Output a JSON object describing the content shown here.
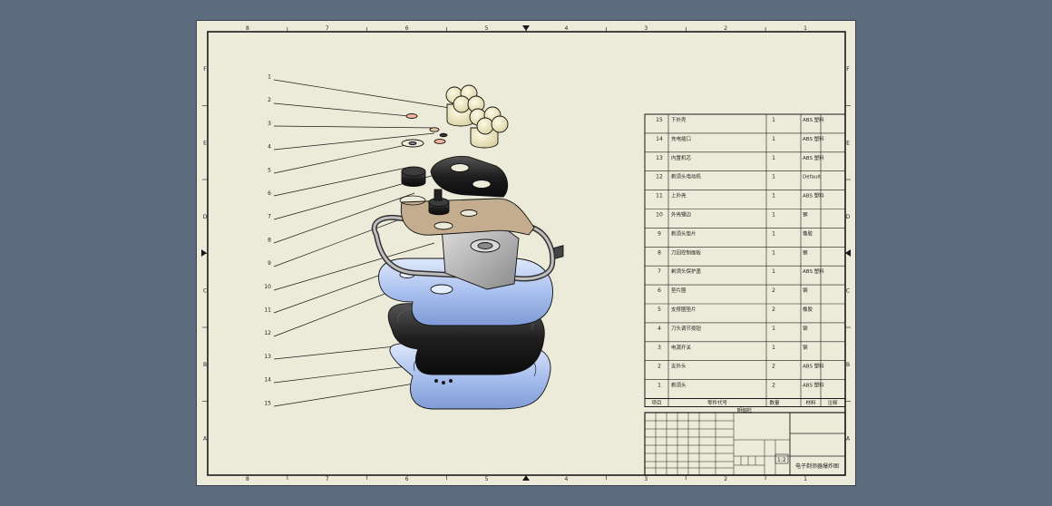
{
  "sheet": {
    "zone_columns": [
      "8",
      "7",
      "6",
      "5",
      "4",
      "3",
      "2",
      "1"
    ],
    "zone_rows": [
      "F",
      "E",
      "D",
      "C",
      "B",
      "A"
    ]
  },
  "balloons": [
    "1",
    "2",
    "3",
    "4",
    "5",
    "6",
    "7",
    "8",
    "9",
    "10",
    "11",
    "12",
    "13",
    "14",
    "15"
  ],
  "bom": {
    "header": {
      "item": "项目",
      "part": "零件代号",
      "qty": "数量",
      "material": "材料",
      "note": "注释"
    },
    "caption": "明细栏",
    "rows": [
      {
        "item": "15",
        "name": "下外壳",
        "qty": "1",
        "material": "ABS 塑料"
      },
      {
        "item": "14",
        "name": "充电插口",
        "qty": "1",
        "material": "ABS 塑料"
      },
      {
        "item": "13",
        "name": "内置机芯",
        "qty": "1",
        "material": "ABS 塑料"
      },
      {
        "item": "12",
        "name": "剃须头电动机",
        "qty": "1",
        "material": "Default"
      },
      {
        "item": "11",
        "name": "上外壳",
        "qty": "1",
        "material": "ABS 塑料"
      },
      {
        "item": "10",
        "name": "外壳镶边",
        "qty": "1",
        "material": "钢"
      },
      {
        "item": "9",
        "name": "剃须头垫片",
        "qty": "1",
        "material": "橡胶"
      },
      {
        "item": "8",
        "name": "刀回控制面板",
        "qty": "1",
        "material": "钢"
      },
      {
        "item": "7",
        "name": "剃须头保护盖",
        "qty": "1",
        "material": "ABS 塑料"
      },
      {
        "item": "6",
        "name": "垫片圈",
        "qty": "2",
        "material": "钢"
      },
      {
        "item": "5",
        "name": "支撑圈垫片",
        "qty": "2",
        "material": "橡胶"
      },
      {
        "item": "4",
        "name": "刀头调节按钮",
        "qty": "1",
        "material": "钢"
      },
      {
        "item": "3",
        "name": "电源开关",
        "qty": "1",
        "material": "钢"
      },
      {
        "item": "2",
        "name": "支外头",
        "qty": "2",
        "material": "ABS 塑料"
      },
      {
        "item": "1",
        "name": "剃须头",
        "qty": "2",
        "material": "ABS 塑料"
      }
    ]
  },
  "title_block": {
    "scale": "1:2",
    "drawing_title": "电子剃须器爆炸图"
  },
  "colors": {
    "background": "#5d6b7e",
    "paper": "#ecebd9",
    "line": "#1a1a1a",
    "shell_blue": "#b4c8ee",
    "cream": "#f1ecc8",
    "gasket_tan": "#c4ad8e",
    "dark_part": "#2a2a2a",
    "steel": "#c8c8c8"
  }
}
